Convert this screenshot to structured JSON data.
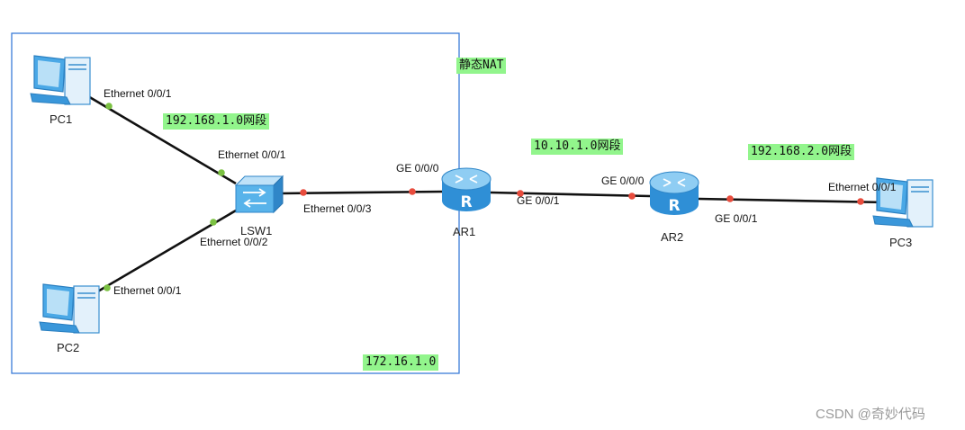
{
  "colors": {
    "area_border": "#3b7dd8",
    "link": "#111111",
    "port_up": "#7bc142",
    "port_down": "#e84c3d",
    "tag_bg": "#92f58c",
    "device_blue": "#3aa3e0"
  },
  "devices": {
    "pc1": {
      "label": "PC1",
      "icon": "pc-icon"
    },
    "pc2": {
      "label": "PC2",
      "icon": "pc-icon"
    },
    "pc3": {
      "label": "PC3",
      "icon": "pc-icon"
    },
    "lsw1": {
      "label": "LSW1",
      "icon": "switch-icon"
    },
    "ar1": {
      "label": "AR1",
      "icon": "router-icon"
    },
    "ar2": {
      "label": "AR2",
      "icon": "router-icon"
    }
  },
  "interfaces": {
    "pc1_eth": "Ethernet 0/0/1",
    "lsw1_eth1": "Ethernet 0/0/1",
    "lsw1_eth2": "Ethernet 0/0/2",
    "lsw1_eth3": "Ethernet 0/0/3",
    "pc2_eth": "Ethernet 0/0/1",
    "ar1_ge0": "GE 0/0/0",
    "ar1_ge1": "GE 0/0/1",
    "ar2_ge0": "GE 0/0/0",
    "ar2_ge1": "GE 0/0/1",
    "pc3_eth": "Ethernet 0/0/1"
  },
  "tags": {
    "static_nat": "静态NAT",
    "net_lan1": "192.168.1.0网段",
    "net_wan": "10.10.1.0网段",
    "net_lan2": "192.168.2.0网段",
    "net_inside": "172.16.1.0"
  },
  "watermark": "CSDN @奇妙代码"
}
